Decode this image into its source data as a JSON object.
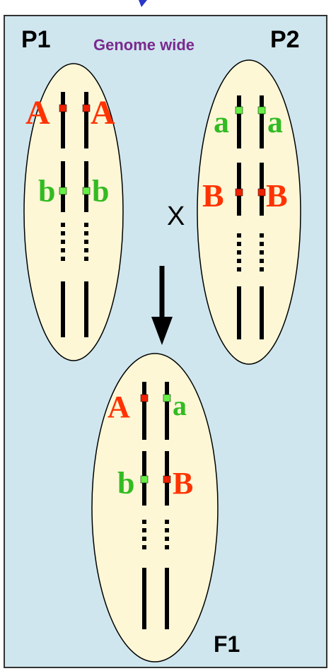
{
  "colors": {
    "panel_bg": "#cfe6ee",
    "panel_border": "#333333",
    "cell_fill": "#fdf7d6",
    "red": "#ff3300",
    "green": "#33bb22",
    "title_purple": "#7a2a8e",
    "header_blue": "#2a36c8",
    "marker_red": "#ee2200",
    "marker_green": "#66ee44"
  },
  "header_hint": "",
  "labels": {
    "p1": "P1",
    "p2": "P2",
    "genome_wide": "Genome wide",
    "cross": "X",
    "f1": "F1"
  },
  "alleles": {
    "p1_left_top": "A",
    "p1_right_top": "A",
    "p1_left_mid": "b",
    "p1_right_mid": "b",
    "p2_left_top": "a",
    "p2_right_top": "a",
    "p2_left_mid": "B",
    "p2_right_mid": "B",
    "f1_left_top": "A",
    "f1_right_top": "a",
    "f1_left_mid": "b",
    "f1_right_mid": "B"
  }
}
